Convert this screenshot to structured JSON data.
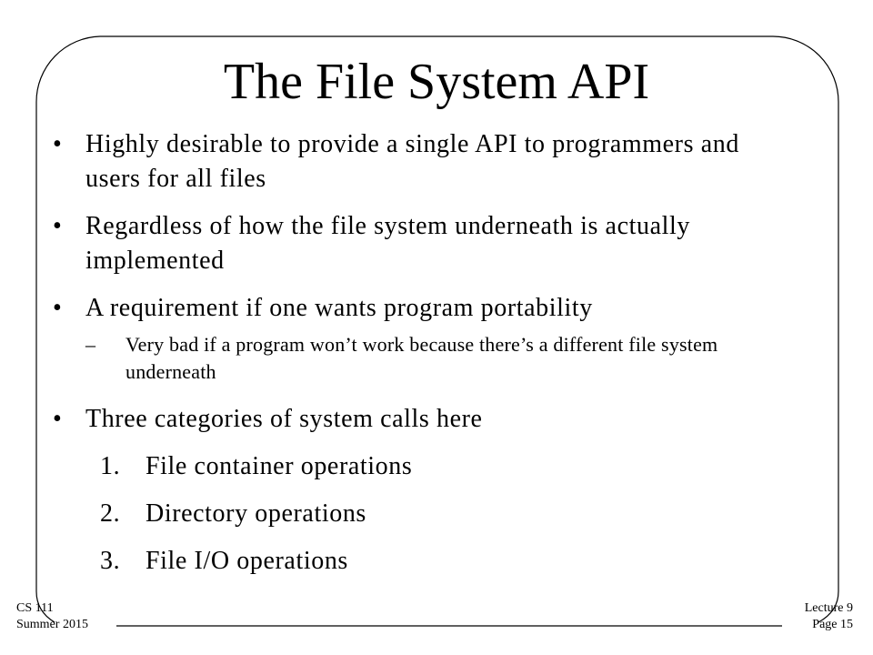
{
  "slide": {
    "title": "The File System API",
    "bullets": [
      "Highly desirable to provide a single API to programmers and users for all files",
      "Regardless of how the file system underneath is actually implemented",
      "A requirement if one wants program portability"
    ],
    "sub_bullet": "Very bad if a program won’t work because there’s a different file system underneath",
    "last_bullet": "Three categories of system calls here",
    "numbered": [
      {
        "num": "1.",
        "text": "File container operations"
      },
      {
        "num": "2.",
        "text": "Directory operations"
      },
      {
        "num": "3.",
        "text": "File I/O operations"
      }
    ]
  },
  "footer": {
    "left_line1": "CS 111",
    "left_line2": "Summer 2015",
    "right_line1": "Lecture 9",
    "right_line2": "Page 15"
  }
}
